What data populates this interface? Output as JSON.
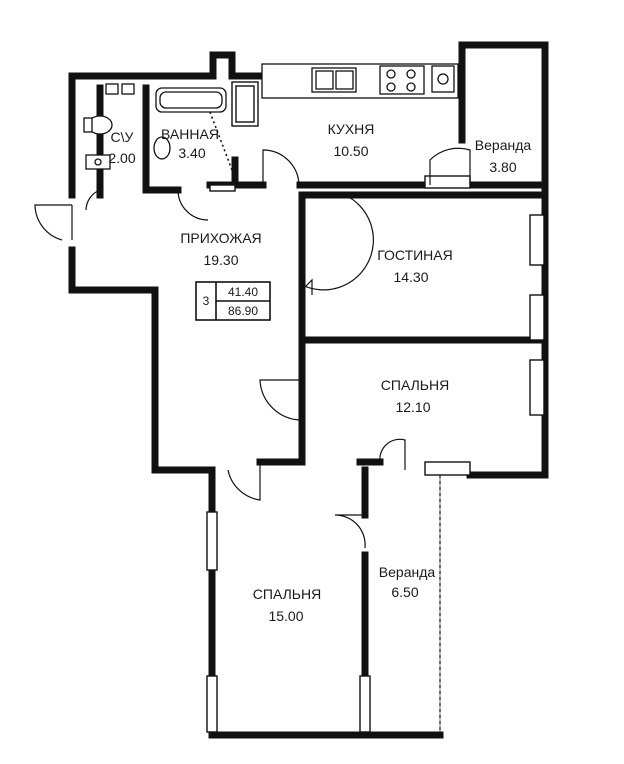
{
  "rooms": {
    "wc": {
      "name": "С\\У",
      "area": "2.00"
    },
    "bath": {
      "name": "ВАННАЯ",
      "area": "3.40"
    },
    "kitchen": {
      "name": "КУХНЯ",
      "area": "10.50"
    },
    "veranda_top": {
      "name": "Веранда",
      "area": "3.80"
    },
    "hall": {
      "name": "ПРИХОЖАЯ",
      "area": "19.30"
    },
    "living": {
      "name": "ГОСТИНАЯ",
      "area": "14.30"
    },
    "bedroom_1": {
      "name": "СПАЛЬНЯ",
      "area": "12.10"
    },
    "bedroom_2": {
      "name": "СПАЛЬНЯ",
      "area": "15.00"
    },
    "veranda_bottom": {
      "name": "Веранда",
      "area": "6.50"
    }
  },
  "summary": {
    "rooms_count": "3",
    "living_area": "41.40",
    "total_area": "86.90"
  }
}
